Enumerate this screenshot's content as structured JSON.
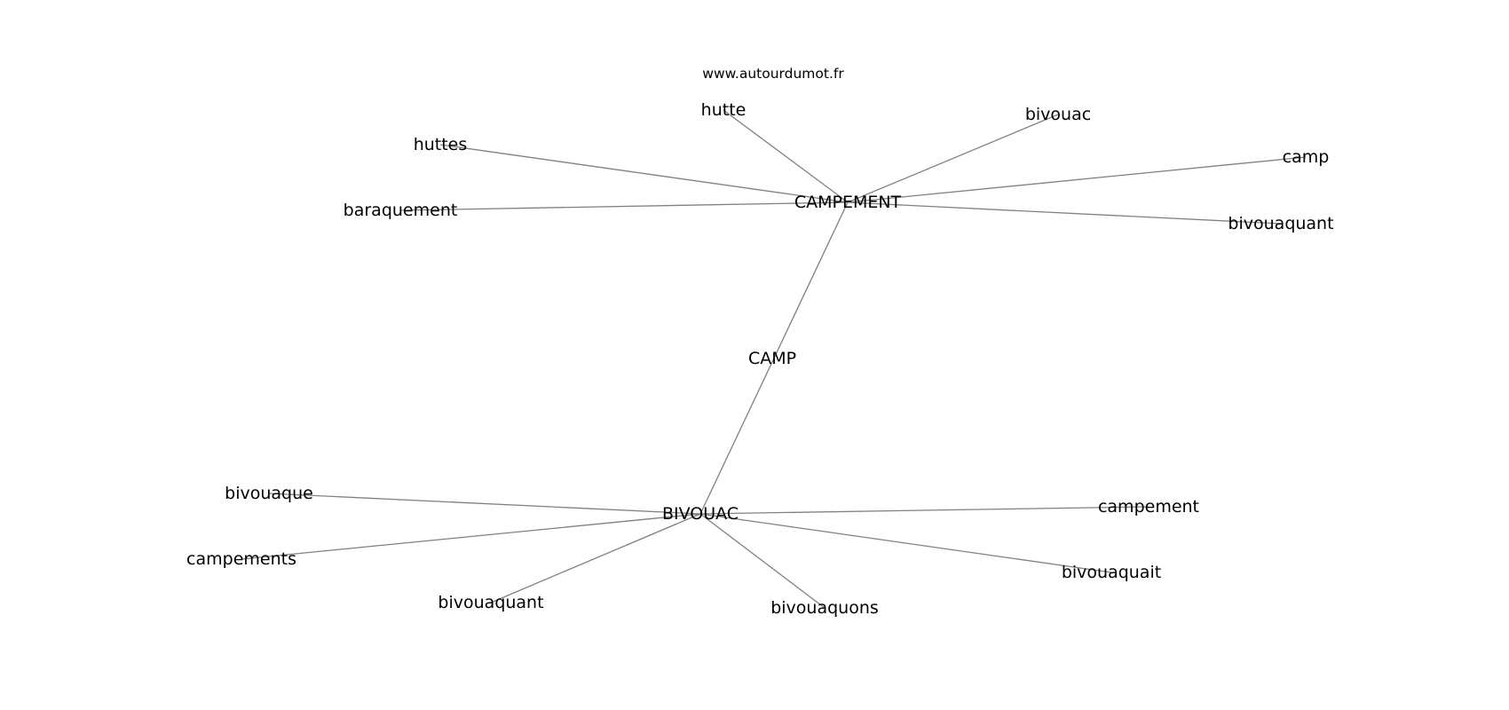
{
  "source": "www.autourdumot.fr",
  "graph": {
    "edge_color": "#808080",
    "text_color": "#000000",
    "nodes": [
      {
        "id": "campement_hub",
        "label": "CAMPEMENT"
      },
      {
        "id": "camp_center",
        "label": "CAMP"
      },
      {
        "id": "bivouac_hub",
        "label": "BIVOUAC"
      },
      {
        "id": "hutte",
        "label": "hutte"
      },
      {
        "id": "bivouac",
        "label": "bivouac"
      },
      {
        "id": "huttes",
        "label": "huttes"
      },
      {
        "id": "camp",
        "label": "camp"
      },
      {
        "id": "baraquement",
        "label": "baraquement"
      },
      {
        "id": "bivouaquant_1",
        "label": "bivouaquant"
      },
      {
        "id": "bivouaque",
        "label": "bivouaque"
      },
      {
        "id": "campement",
        "label": "campement"
      },
      {
        "id": "campements",
        "label": "campements"
      },
      {
        "id": "bivouaquait",
        "label": "bivouaquait"
      },
      {
        "id": "bivouaquant_2",
        "label": "bivouaquant"
      },
      {
        "id": "bivouaquons",
        "label": "bivouaquons"
      }
    ],
    "edges": [
      {
        "from": "campement_hub",
        "to": "hutte"
      },
      {
        "from": "campement_hub",
        "to": "bivouac"
      },
      {
        "from": "campement_hub",
        "to": "huttes"
      },
      {
        "from": "campement_hub",
        "to": "camp"
      },
      {
        "from": "campement_hub",
        "to": "baraquement"
      },
      {
        "from": "campement_hub",
        "to": "bivouaquant_1"
      },
      {
        "from": "campement_hub",
        "to": "bivouac_hub"
      },
      {
        "from": "bivouac_hub",
        "to": "bivouaque"
      },
      {
        "from": "bivouac_hub",
        "to": "campement"
      },
      {
        "from": "bivouac_hub",
        "to": "campements"
      },
      {
        "from": "bivouac_hub",
        "to": "bivouaquait"
      },
      {
        "from": "bivouac_hub",
        "to": "bivouaquant_2"
      },
      {
        "from": "bivouac_hub",
        "to": "bivouaquons"
      }
    ]
  }
}
